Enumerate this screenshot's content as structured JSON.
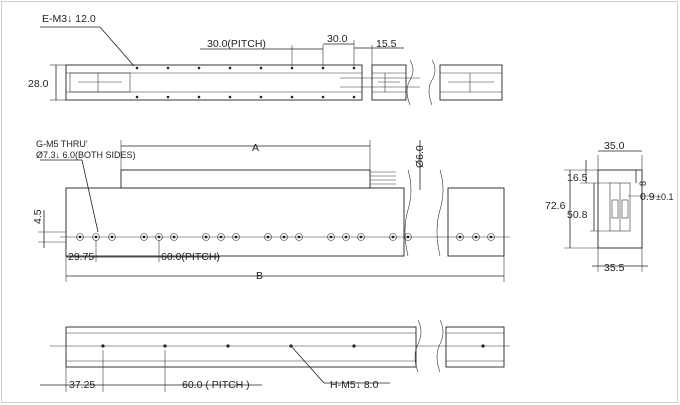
{
  "labels": {
    "e_m3": "E-M3↓ 12.0",
    "pitch30": "30.0(PITCH)",
    "dim30": "30.0",
    "dim15_5": "15.5",
    "dim28": "28.0",
    "g_m5_line1": "G-M5 THRU'",
    "g_m5_line2": "Ø7.3↓ 6.0(BOTH SIDES)",
    "dimA": "A",
    "dim6": "Ø6.0",
    "dim4_5": "4.5",
    "dim29_75": "29.75",
    "pitch60": "60.0(PITCH)",
    "dimB": "B",
    "dim35": "35.0",
    "dim16_5": "16.5",
    "dim8": "8",
    "dim72_6": "72.6",
    "dim50_8": "50.8",
    "dim0_9": "0.9",
    "dim0_9_tol": "±0.1",
    "dim35_5": "35.5",
    "dim37_25": "37.25",
    "pitch60b": "60.0 ( PITCH )",
    "h_m5": "H-M5↓ 8.0"
  }
}
